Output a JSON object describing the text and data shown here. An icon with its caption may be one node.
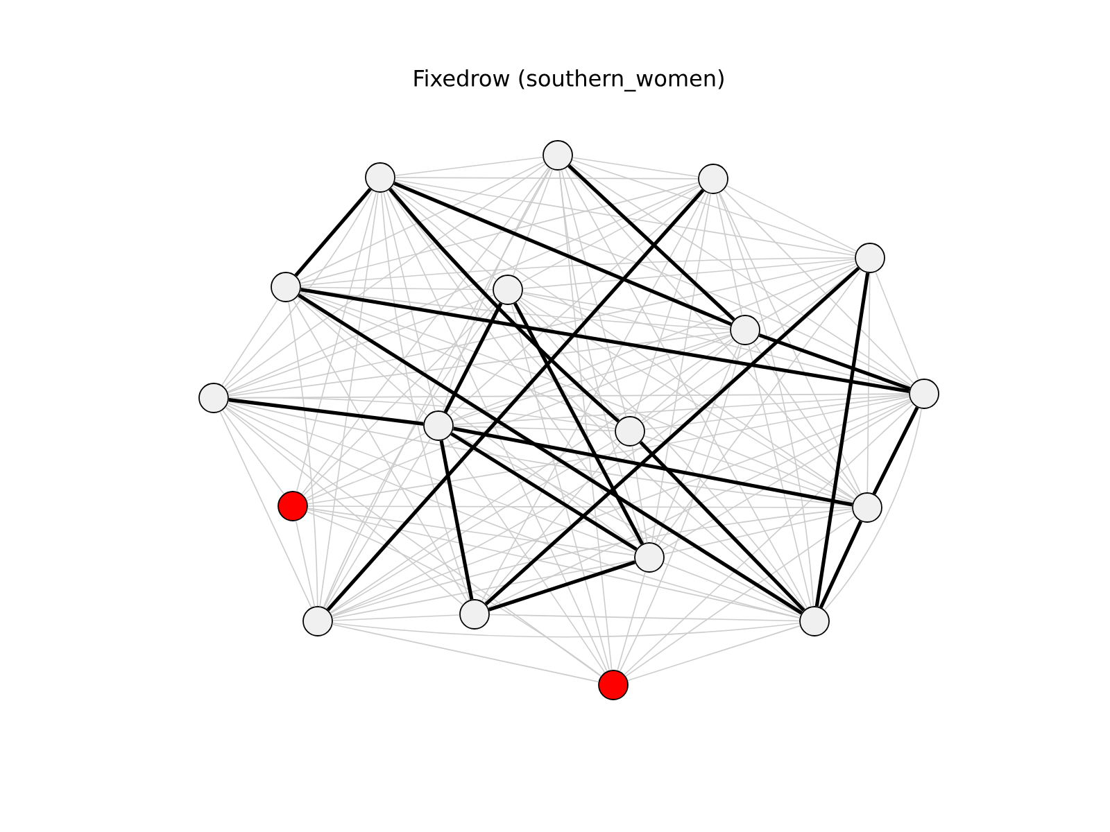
{
  "diagram": {
    "title": "Fixedrow (southern_women)",
    "nodes": [
      {
        "text": [],
        "shape": "circle"
      },
      {
        "text": [],
        "shape": "circle"
      },
      {
        "text": [],
        "shape": "circle"
      },
      {
        "text": [],
        "shape": "circle"
      },
      {
        "text": [],
        "shape": "circle"
      },
      {
        "text": [],
        "shape": "circle"
      },
      {
        "text": [],
        "shape": "circle"
      },
      {
        "text": [],
        "shape": "circle"
      },
      {
        "text": [],
        "shape": "circle"
      },
      {
        "text": [],
        "shape": "circle"
      },
      {
        "text": [],
        "shape": "circle"
      },
      {
        "text": [],
        "shape": "circle"
      },
      {
        "text": [],
        "shape": "circle"
      },
      {
        "text": [],
        "shape": "circle"
      },
      {
        "text": [],
        "shape": "circle"
      },
      {
        "text": [],
        "shape": "circle"
      },
      {
        "text": [],
        "shape": "circle"
      },
      {
        "text": [],
        "shape": "circle"
      }
    ],
    "edges": [
      {
        "from": 0,
        "to": 1,
        "arrow": "none"
      },
      {
        "from": 0,
        "to": 2,
        "arrow": "none"
      },
      {
        "from": 0,
        "to": 3,
        "arrow": "none"
      },
      {
        "from": 0,
        "to": 4,
        "arrow": "none"
      },
      {
        "from": 0,
        "to": 5,
        "arrow": "none"
      },
      {
        "from": 0,
        "to": 6,
        "arrow": "none",
        "style": "thick",
        "color": "#000000"
      },
      {
        "from": 0,
        "to": 7,
        "arrow": "none"
      },
      {
        "from": 0,
        "to": 8,
        "arrow": "none"
      },
      {
        "from": 0,
        "to": 9,
        "arrow": "none"
      },
      {
        "from": 0,
        "to": 10,
        "arrow": "none"
      },
      {
        "from": 0,
        "to": 11,
        "arrow": "none"
      },
      {
        "from": 0,
        "to": 12,
        "arrow": "none"
      },
      {
        "from": 0,
        "to": 13,
        "arrow": "none"
      },
      {
        "from": 0,
        "to": 15,
        "arrow": "none"
      },
      {
        "from": 0,
        "to": 16,
        "arrow": "none"
      },
      {
        "from": 0,
        "to": 17,
        "arrow": "none"
      },
      {
        "from": 1,
        "to": 2,
        "arrow": "none"
      },
      {
        "from": 1,
        "to": 3,
        "arrow": "none"
      },
      {
        "from": 1,
        "to": 4,
        "arrow": "none",
        "style": "thick",
        "color": "#000000"
      },
      {
        "from": 1,
        "to": 5,
        "arrow": "none"
      },
      {
        "from": 1,
        "to": 6,
        "arrow": "none",
        "style": "thick",
        "color": "#000000"
      },
      {
        "from": 1,
        "to": 7,
        "arrow": "none"
      },
      {
        "from": 1,
        "to": 8,
        "arrow": "none"
      },
      {
        "from": 1,
        "to": 9,
        "arrow": "none"
      },
      {
        "from": 1,
        "to": 10,
        "arrow": "none",
        "style": "thick",
        "color": "#000000"
      },
      {
        "from": 1,
        "to": 11,
        "arrow": "none"
      },
      {
        "from": 1,
        "to": 12,
        "arrow": "none"
      },
      {
        "from": 1,
        "to": 13,
        "arrow": "none"
      },
      {
        "from": 1,
        "to": 14,
        "arrow": "none"
      },
      {
        "from": 1,
        "to": 15,
        "arrow": "none"
      },
      {
        "from": 1,
        "to": 16,
        "arrow": "none"
      },
      {
        "from": 1,
        "to": 17,
        "arrow": "none"
      },
      {
        "from": 2,
        "to": 3,
        "arrow": "none"
      },
      {
        "from": 2,
        "to": 4,
        "arrow": "none"
      },
      {
        "from": 2,
        "to": 5,
        "arrow": "none"
      },
      {
        "from": 2,
        "to": 6,
        "arrow": "none"
      },
      {
        "from": 2,
        "to": 7,
        "arrow": "none"
      },
      {
        "from": 2,
        "to": 8,
        "arrow": "none"
      },
      {
        "from": 2,
        "to": 9,
        "arrow": "none"
      },
      {
        "from": 2,
        "to": 10,
        "arrow": "none"
      },
      {
        "from": 2,
        "to": 12,
        "arrow": "none"
      },
      {
        "from": 2,
        "to": 13,
        "arrow": "none"
      },
      {
        "from": 2,
        "to": 14,
        "arrow": "none"
      },
      {
        "from": 2,
        "to": 15,
        "arrow": "none",
        "style": "thick",
        "color": "#000000"
      },
      {
        "from": 2,
        "to": 16,
        "arrow": "none"
      },
      {
        "from": 3,
        "to": 4,
        "arrow": "none"
      },
      {
        "from": 3,
        "to": 5,
        "arrow": "none"
      },
      {
        "from": 3,
        "to": 6,
        "arrow": "none"
      },
      {
        "from": 3,
        "to": 7,
        "arrow": "none"
      },
      {
        "from": 3,
        "to": 8,
        "arrow": "none"
      },
      {
        "from": 3,
        "to": 9,
        "arrow": "none"
      },
      {
        "from": 3,
        "to": 10,
        "arrow": "none"
      },
      {
        "from": 3,
        "to": 12,
        "arrow": "none"
      },
      {
        "from": 3,
        "to": 13,
        "arrow": "none"
      },
      {
        "from": 3,
        "to": 14,
        "arrow": "none",
        "style": "thick",
        "color": "#000000"
      },
      {
        "from": 3,
        "to": 15,
        "arrow": "none"
      },
      {
        "from": 3,
        "to": 16,
        "arrow": "none",
        "style": "thick",
        "color": "#000000"
      },
      {
        "from": 4,
        "to": 5,
        "arrow": "none"
      },
      {
        "from": 4,
        "to": 6,
        "arrow": "none"
      },
      {
        "from": 4,
        "to": 7,
        "arrow": "none",
        "style": "thick",
        "color": "#000000"
      },
      {
        "from": 4,
        "to": 8,
        "arrow": "none"
      },
      {
        "from": 4,
        "to": 9,
        "arrow": "none"
      },
      {
        "from": 4,
        "to": 10,
        "arrow": "none"
      },
      {
        "from": 4,
        "to": 12,
        "arrow": "none"
      },
      {
        "from": 4,
        "to": 13,
        "arrow": "none"
      },
      {
        "from": 4,
        "to": 14,
        "arrow": "none"
      },
      {
        "from": 4,
        "to": 15,
        "arrow": "none"
      },
      {
        "from": 4,
        "to": 16,
        "arrow": "none",
        "style": "thick",
        "color": "#000000"
      },
      {
        "from": 5,
        "to": 6,
        "arrow": "none"
      },
      {
        "from": 5,
        "to": 7,
        "arrow": "none"
      },
      {
        "from": 5,
        "to": 8,
        "arrow": "none"
      },
      {
        "from": 5,
        "to": 9,
        "arrow": "none",
        "style": "thick",
        "color": "#000000"
      },
      {
        "from": 5,
        "to": 10,
        "arrow": "none"
      },
      {
        "from": 5,
        "to": 11,
        "arrow": "none"
      },
      {
        "from": 5,
        "to": 12,
        "arrow": "none"
      },
      {
        "from": 5,
        "to": 13,
        "arrow": "none",
        "style": "thick",
        "color": "#000000"
      },
      {
        "from": 5,
        "to": 15,
        "arrow": "none"
      },
      {
        "from": 5,
        "to": 16,
        "arrow": "none"
      },
      {
        "from": 5,
        "to": 17,
        "arrow": "none"
      },
      {
        "from": 6,
        "to": 7,
        "arrow": "none",
        "style": "thick",
        "color": "#000000"
      },
      {
        "from": 6,
        "to": 8,
        "arrow": "none"
      },
      {
        "from": 6,
        "to": 9,
        "arrow": "none"
      },
      {
        "from": 6,
        "to": 10,
        "arrow": "none"
      },
      {
        "from": 6,
        "to": 11,
        "arrow": "none"
      },
      {
        "from": 6,
        "to": 12,
        "arrow": "none"
      },
      {
        "from": 6,
        "to": 13,
        "arrow": "none"
      },
      {
        "from": 6,
        "to": 15,
        "arrow": "none"
      },
      {
        "from": 6,
        "to": 16,
        "arrow": "none"
      },
      {
        "from": 6,
        "to": 17,
        "arrow": "none"
      },
      {
        "from": 7,
        "to": 8,
        "arrow": "none"
      },
      {
        "from": 7,
        "to": 9,
        "arrow": "none"
      },
      {
        "from": 7,
        "to": 10,
        "arrow": "none"
      },
      {
        "from": 7,
        "to": 11,
        "arrow": "none"
      },
      {
        "from": 7,
        "to": 12,
        "arrow": "none",
        "style": "thick",
        "color": "#000000"
      },
      {
        "from": 7,
        "to": 13,
        "arrow": "none"
      },
      {
        "from": 7,
        "to": 14,
        "arrow": "none"
      },
      {
        "from": 7,
        "to": 15,
        "arrow": "none"
      },
      {
        "from": 7,
        "to": 16,
        "arrow": "none"
      },
      {
        "from": 7,
        "to": 17,
        "arrow": "none"
      },
      {
        "from": 8,
        "to": 9,
        "arrow": "none",
        "style": "thick",
        "color": "#000000"
      },
      {
        "from": 8,
        "to": 10,
        "arrow": "none"
      },
      {
        "from": 8,
        "to": 11,
        "arrow": "none"
      },
      {
        "from": 8,
        "to": 12,
        "arrow": "none"
      },
      {
        "from": 8,
        "to": 13,
        "arrow": "none"
      },
      {
        "from": 8,
        "to": 14,
        "arrow": "none"
      },
      {
        "from": 8,
        "to": 15,
        "arrow": "none"
      },
      {
        "from": 8,
        "to": 16,
        "arrow": "none"
      },
      {
        "from": 8,
        "to": 17,
        "arrow": "none"
      },
      {
        "from": 9,
        "to": 10,
        "arrow": "none"
      },
      {
        "from": 9,
        "to": 11,
        "arrow": "none"
      },
      {
        "from": 9,
        "to": 12,
        "arrow": "none",
        "style": "thick",
        "color": "#000000"
      },
      {
        "from": 9,
        "to": 13,
        "arrow": "none",
        "style": "thick",
        "color": "#000000"
      },
      {
        "from": 9,
        "to": 14,
        "arrow": "none",
        "style": "thick",
        "color": "#000000"
      },
      {
        "from": 9,
        "to": 15,
        "arrow": "none"
      },
      {
        "from": 9,
        "to": 16,
        "arrow": "none"
      },
      {
        "from": 9,
        "to": 17,
        "arrow": "none"
      },
      {
        "from": 10,
        "to": 12,
        "arrow": "none"
      },
      {
        "from": 10,
        "to": 13,
        "arrow": "none"
      },
      {
        "from": 10,
        "to": 14,
        "arrow": "none"
      },
      {
        "from": 10,
        "to": 15,
        "arrow": "none"
      },
      {
        "from": 10,
        "to": 16,
        "arrow": "none",
        "style": "thick",
        "color": "#000000"
      },
      {
        "from": 11,
        "to": 12,
        "arrow": "none"
      },
      {
        "from": 11,
        "to": 13,
        "arrow": "none"
      },
      {
        "from": 11,
        "to": 15,
        "arrow": "none"
      },
      {
        "from": 11,
        "to": 16,
        "arrow": "none"
      },
      {
        "from": 11,
        "to": 17,
        "arrow": "none"
      },
      {
        "from": 12,
        "to": 13,
        "arrow": "none"
      },
      {
        "from": 12,
        "to": 15,
        "arrow": "none"
      },
      {
        "from": 12,
        "to": 16,
        "arrow": "none",
        "style": "thick",
        "color": "#000000"
      },
      {
        "from": 12,
        "to": 17,
        "arrow": "none"
      },
      {
        "from": 13,
        "to": 14,
        "arrow": "none",
        "style": "thick",
        "color": "#000000"
      },
      {
        "from": 13,
        "to": 15,
        "arrow": "none"
      },
      {
        "from": 13,
        "to": 16,
        "arrow": "none"
      },
      {
        "from": 13,
        "to": 17,
        "arrow": "none"
      },
      {
        "from": 14,
        "to": 15,
        "arrow": "none"
      },
      {
        "from": 14,
        "to": 16,
        "arrow": "none"
      },
      {
        "from": 15,
        "to": 16,
        "arrow": "none"
      },
      {
        "from": 15,
        "to": 17,
        "arrow": "none"
      },
      {
        "from": 16,
        "to": 17,
        "arrow": "none"
      }
    ]
  }
}
